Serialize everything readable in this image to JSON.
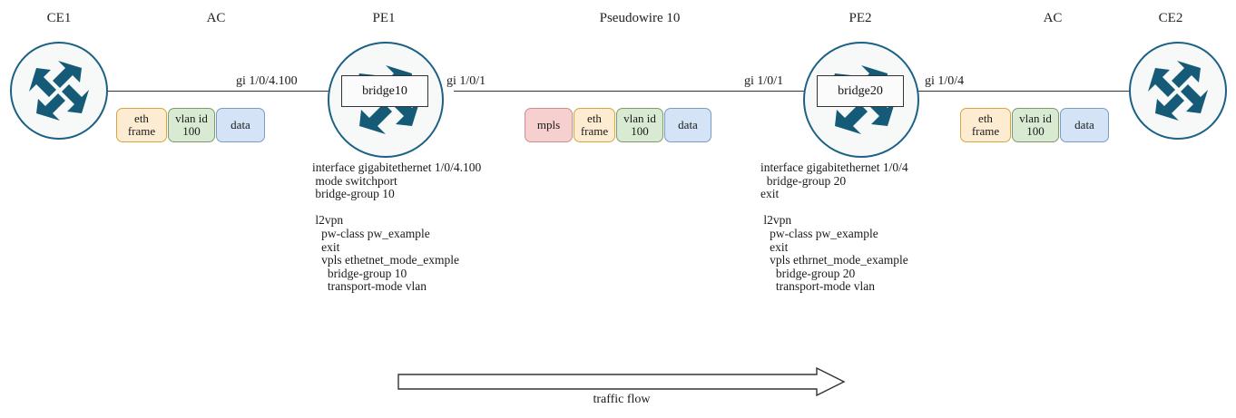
{
  "diagram": {
    "title": "VPLS / Pseudowire L2VPN topology",
    "colors": {
      "router_stroke": "#1c6185",
      "router_fill": "#f7f9f9",
      "arrow_fill": "#155b77",
      "line": "#333333",
      "mpls_fill": "#f6cfcf",
      "eth_fill": "#fdebd2",
      "vlan_fill": "#d9ead3",
      "data_fill": "#d4e3f5"
    }
  },
  "section_labels": [
    {
      "id": "ce1",
      "text": "CE1"
    },
    {
      "id": "ac_left",
      "text": "AC"
    },
    {
      "id": "pe1",
      "text": "PE1"
    },
    {
      "id": "pseudowire",
      "text": "Pseudowire 10"
    },
    {
      "id": "pe2",
      "text": "PE2"
    },
    {
      "id": "ac_right",
      "text": "AC"
    },
    {
      "id": "ce2",
      "text": "CE2"
    }
  ],
  "nodes": [
    {
      "id": "ce1",
      "label": "CE1",
      "bridge": null
    },
    {
      "id": "pe1",
      "label": "PE1",
      "bridge": "bridge10"
    },
    {
      "id": "pe2",
      "label": "PE2",
      "bridge": "bridge20"
    },
    {
      "id": "ce2",
      "label": "CE2",
      "bridge": null
    }
  ],
  "interfaces": [
    {
      "id": "ce1-pe1",
      "label": "gi 1/0/4.100"
    },
    {
      "id": "pe1-out",
      "label": "gi 1/0/1"
    },
    {
      "id": "pe2-in",
      "label": "gi 1/0/1"
    },
    {
      "id": "pe2-out",
      "label": "gi 1/0/4"
    }
  ],
  "packets": {
    "ac_left": [
      {
        "type": "eth",
        "text": "eth\nframe"
      },
      {
        "type": "vlan",
        "text": "vlan id\n100"
      },
      {
        "type": "data",
        "text": "data"
      }
    ],
    "pseudowire": [
      {
        "type": "mpls",
        "text": "mpls"
      },
      {
        "type": "eth",
        "text": "eth\nframe"
      },
      {
        "type": "vlan",
        "text": "vlan id\n100"
      },
      {
        "type": "data",
        "text": "data"
      }
    ],
    "ac_right": [
      {
        "type": "eth",
        "text": "eth\nframe"
      },
      {
        "type": "vlan",
        "text": "vlan id\n100"
      },
      {
        "type": "data",
        "text": "data"
      }
    ]
  },
  "configs": {
    "pe1": "interface gigabitethernet 1/0/4.100\n mode switchport\n bridge-group 10\n\n l2vpn\n   pw-class pw_example\n   exit\n   vpls ethetnet_mode_exmple\n     bridge-group 10\n     transport-mode vlan",
    "pe2": "interface gigabitethernet 1/0/4\n  bridge-group 20\nexit\n\n l2vpn\n   pw-class pw_example\n   exit\n   vpls ethrnet_mode_example\n     bridge-group 20\n     transport-mode vlan"
  },
  "flow": {
    "label": "traffic flow"
  }
}
